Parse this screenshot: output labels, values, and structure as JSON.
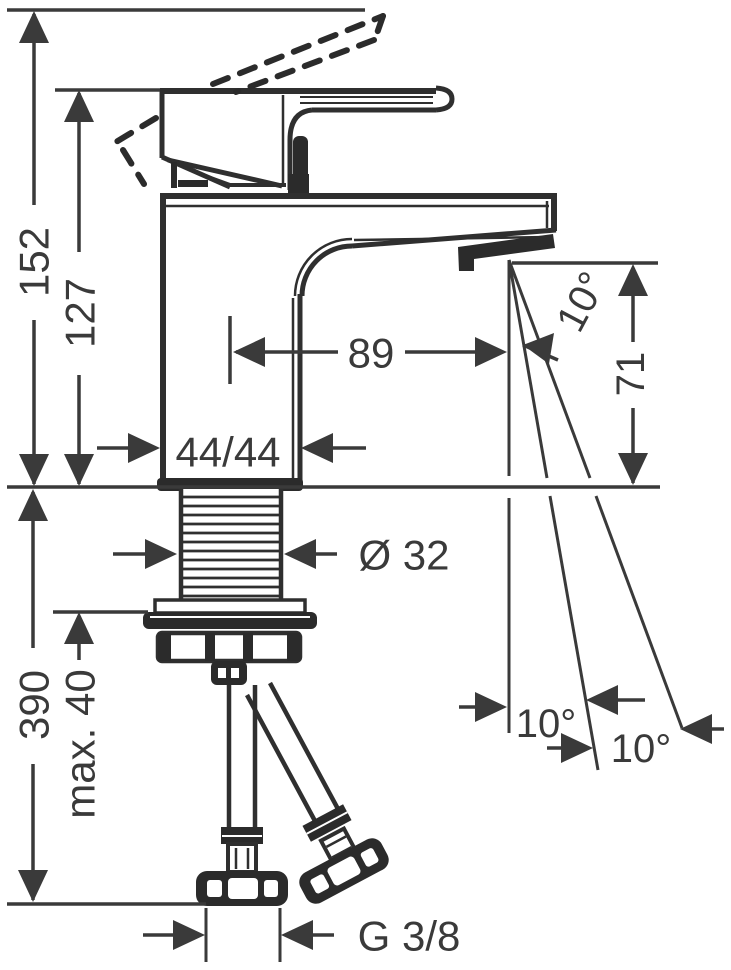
{
  "drawing": {
    "title": "single-lever basin mixer faucet - side elevation dimension drawing",
    "units": "mm",
    "line_color": "#303030",
    "background_color": "#ffffff",
    "labels": {
      "height_total": "152",
      "height_to_spout_top": "127",
      "spout_reach": "89",
      "spout_angle": "10°",
      "outlet_height": "71",
      "body_footprint": "44/44",
      "shaft_diameter": "Ø 32",
      "hose_length": "390",
      "max_mounting_thickness": "max. 40",
      "swivel_angle_left": "10°",
      "swivel_angle_right": "10°",
      "connection_thread": "G 3/8"
    }
  }
}
